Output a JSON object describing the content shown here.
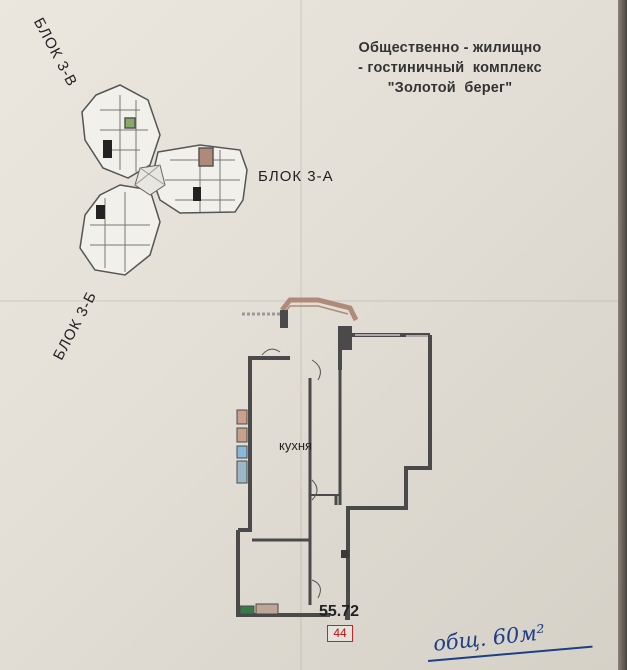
{
  "document": {
    "title_lines": [
      "Общественно - жилищно",
      "- гостиничный  комплекс",
      "\"Золотой  берег\""
    ],
    "block_labels": {
      "block_3v": "БЛОК  3-В",
      "block_3a": "БЛОК  3-А",
      "block_3b": "БЛОК  3-Б"
    },
    "room_label": "кухня",
    "apartment_area": "55.72",
    "apartment_number": "44",
    "handwritten_note": "общ. 60м²"
  },
  "colors": {
    "paper": "#e6e2da",
    "wall": "#4a4a4a",
    "stamp_red": "#c22222",
    "ink_blue": "#1d3f86",
    "accent_brown": "#b08a78"
  }
}
